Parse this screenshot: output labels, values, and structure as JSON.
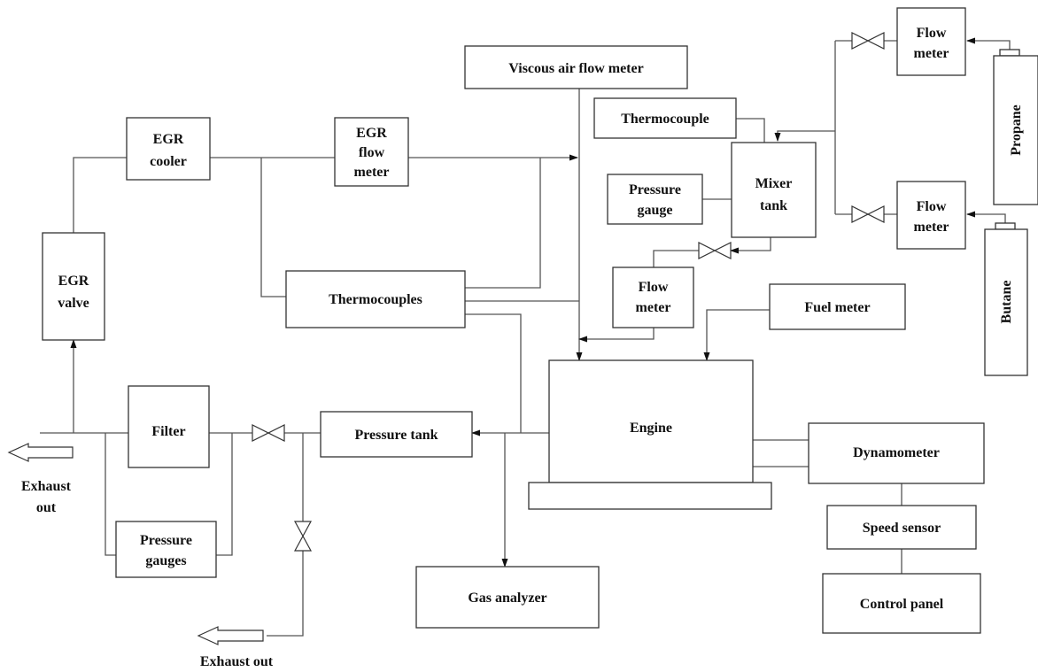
{
  "diagram": {
    "components": {
      "viscous_meter": "Viscous air flow meter",
      "egr_cooler": [
        "EGR",
        "cooler"
      ],
      "egr_flow_meter": [
        "EGR",
        "flow",
        "meter"
      ],
      "egr_valve": [
        "EGR",
        "valve"
      ],
      "thermocouples": "Thermocouples",
      "thermocouple": "Thermocouple",
      "pressure_gauge": [
        "Pressure",
        "gauge"
      ],
      "mixer_tank": [
        "Mixer",
        "tank"
      ],
      "flow_meter_top": [
        "Flow",
        "meter"
      ],
      "flow_meter_mid": [
        "Flow",
        "meter"
      ],
      "flow_meter_mix": [
        "Flow",
        "meter"
      ],
      "propane": "Propane",
      "butane": "Butane",
      "fuel_meter": "Fuel meter",
      "engine": "Engine",
      "filter": "Filter",
      "pressure_tank": "Pressure tank",
      "pressure_gauges": [
        "Pressure",
        "gauges"
      ],
      "dynamometer": "Dynamometer",
      "speed_sensor": "Speed sensor",
      "control_panel": "Control panel",
      "gas_analyzer": "Gas analyzer"
    },
    "outlets": {
      "exhaust_left": [
        "Exhaust",
        "out"
      ],
      "exhaust_bottom": "Exhaust out"
    }
  }
}
